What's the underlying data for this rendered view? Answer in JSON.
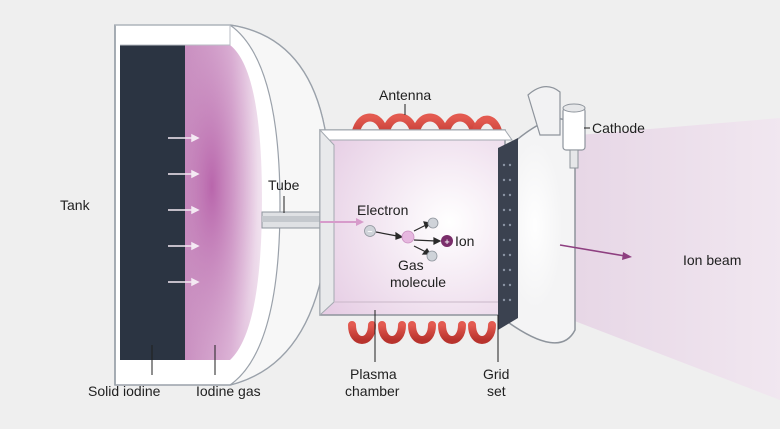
{
  "diagram": {
    "title": "Iodine ion thruster schematic",
    "labels": {
      "tank": "Tank",
      "tube": "Tube",
      "antenna": "Antenna",
      "cathode": "Cathode",
      "electron": "Electron",
      "ion": "Ion",
      "gas_molecule_line1": "Gas",
      "gas_molecule_line2": "molecule",
      "ion_beam": "Ion beam",
      "solid_iodine": "Solid iodine",
      "iodine_gas": "Iodine gas",
      "plasma_chamber_line1": "Plasma",
      "plasma_chamber_line2": "chamber",
      "grid_line1": "Grid",
      "grid_line2": "set"
    },
    "symbols": {
      "electron_sign": "−",
      "ion_sign": "+"
    },
    "colors": {
      "background": "#efefef",
      "solid_iodine": "#2b3442",
      "iodine_gas": "#c98fc0",
      "antenna_coil": "#d9473f",
      "ion_particle": "#7a2d6a",
      "gas_particle": "#e6b7df",
      "electron_particle": "#cfd3d9",
      "ion_beam": "#e9dbe8",
      "grid": "#3b4250"
    }
  }
}
